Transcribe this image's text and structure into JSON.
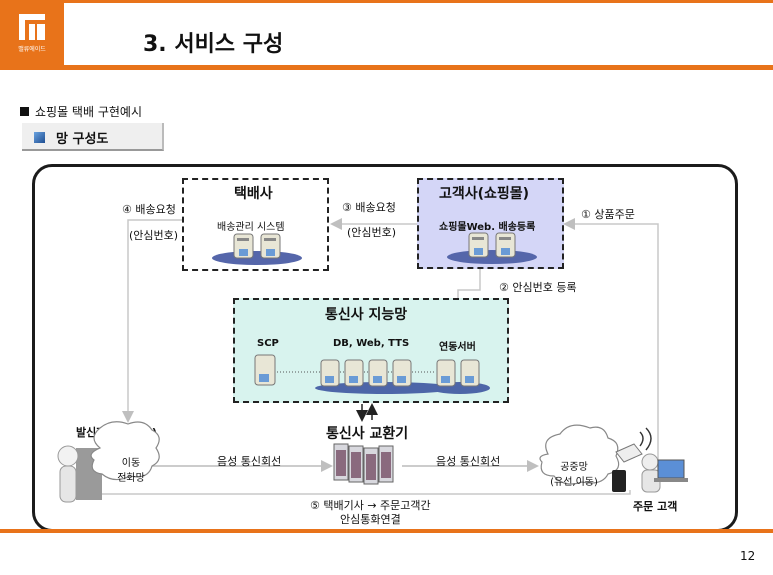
{
  "header": {
    "logo_text": "밸류에이드",
    "title": "3. 서비스 구성"
  },
  "section": {
    "subtitle": "쇼핑몰 택배 구현예시",
    "tag_label": "망 구성도"
  },
  "diagram": {
    "courier": {
      "title": "택배사",
      "system": "배송관리 시스템"
    },
    "shop": {
      "title": "고객사(쇼핑몰)",
      "system": "쇼핑몰Web. 배송등록"
    },
    "network": {
      "title": "통신사 지능망",
      "scp": "SCP",
      "db": "DB, Web, TTS",
      "link_server": "연동서버"
    },
    "exchange": {
      "title": "통신사 교환기"
    },
    "sender": {
      "title": "발신자(택배기사)",
      "mobile_net": "이동\n전화망"
    },
    "public_net": {
      "label": "공중망\n(유선,이동)"
    },
    "customer": {
      "label": "주문 고객"
    },
    "steps": {
      "s1": "① 상품주문",
      "s2": "② 안심번호 등록",
      "s3": "③ 배송요청",
      "s3_sub": "(안심번호)",
      "s4": "④ 배송요청",
      "s4_sub": "(안심번호)",
      "s5": "⑤ 택배기사 → 주문고객간",
      "s5_sub": "안심통화연결"
    },
    "voice_left": "음성 통신회선",
    "voice_right": "음성 통신회선"
  },
  "footer": {
    "page_number": "12"
  },
  "colors": {
    "accent": "#e8731a",
    "shop_fill": "#d4d6f7",
    "network_fill": "#d8f3ee"
  }
}
